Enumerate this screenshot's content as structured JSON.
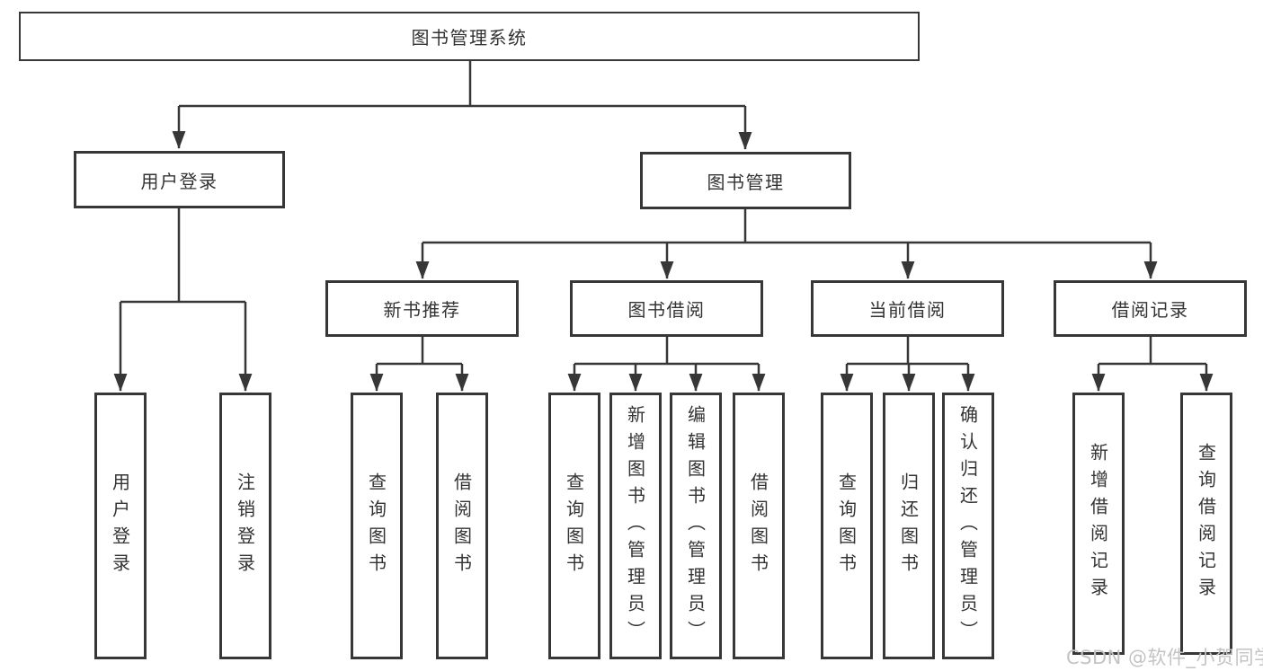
{
  "diagram": {
    "root": {
      "label": "图书管理系统"
    },
    "branches": [
      {
        "label": "用户登录",
        "children": [
          {
            "label": "用户登录"
          },
          {
            "label": "注销登录"
          }
        ]
      },
      {
        "label": "图书管理",
        "groups": [
          {
            "label": "新书推荐",
            "children": [
              {
                "label": "查询图书"
              },
              {
                "label": "借阅图书"
              }
            ]
          },
          {
            "label": "图书借阅",
            "children": [
              {
                "label": "查询图书"
              },
              {
                "label": "新增图书（管理员）"
              },
              {
                "label": "编辑图书（管理员）"
              },
              {
                "label": "借阅图书"
              }
            ]
          },
          {
            "label": "当前借阅",
            "children": [
              {
                "label": "查询图书"
              },
              {
                "label": "归还图书"
              },
              {
                "label": "确认归还（管理员）"
              }
            ]
          },
          {
            "label": "借阅记录",
            "children": [
              {
                "label": "新增借阅记录"
              },
              {
                "label": "查询借阅记录"
              }
            ]
          }
        ]
      }
    ],
    "watermark": "CSDN @软件_小贺同学",
    "colors": {
      "line": "#373737",
      "text": "#333333",
      "background": "#ffffff",
      "watermark": "#c3c3c3"
    }
  }
}
